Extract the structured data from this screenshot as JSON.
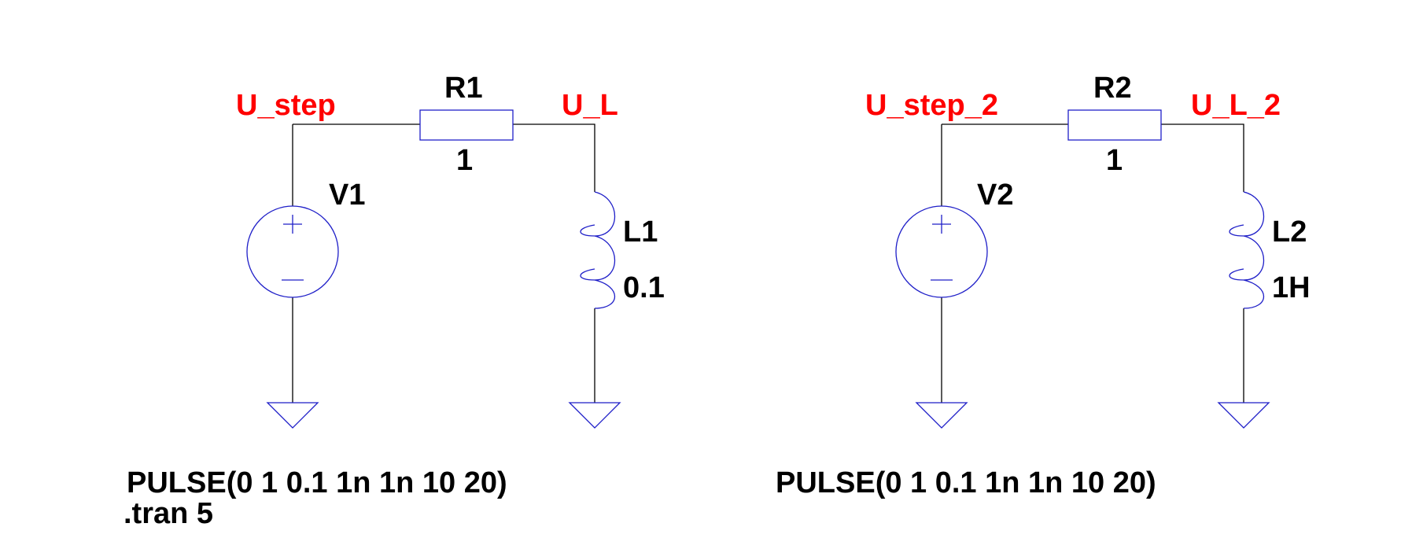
{
  "circuit1": {
    "net_left": "U_step",
    "net_right": "U_L",
    "resistor_name": "R1",
    "resistor_value": "1",
    "source_name": "V1",
    "inductor_name": "L1",
    "inductor_value": "0.1",
    "source_spec": "PULSE(0 1 0.1 1n 1n 10 20)"
  },
  "circuit2": {
    "net_left": "U_step_2",
    "net_right": "U_L_2",
    "resistor_name": "R2",
    "resistor_value": "1",
    "source_name": "V2",
    "inductor_name": "L2",
    "inductor_value": "1H",
    "source_spec": "PULSE(0 1 0.1 1n 1n 10 20)"
  },
  "directive": ".tran 5",
  "colors": {
    "wire": "#000000",
    "symbol": "#1f1fc8",
    "net_label": "#ff0000",
    "text": "#000000",
    "background": "#ffffff"
  }
}
